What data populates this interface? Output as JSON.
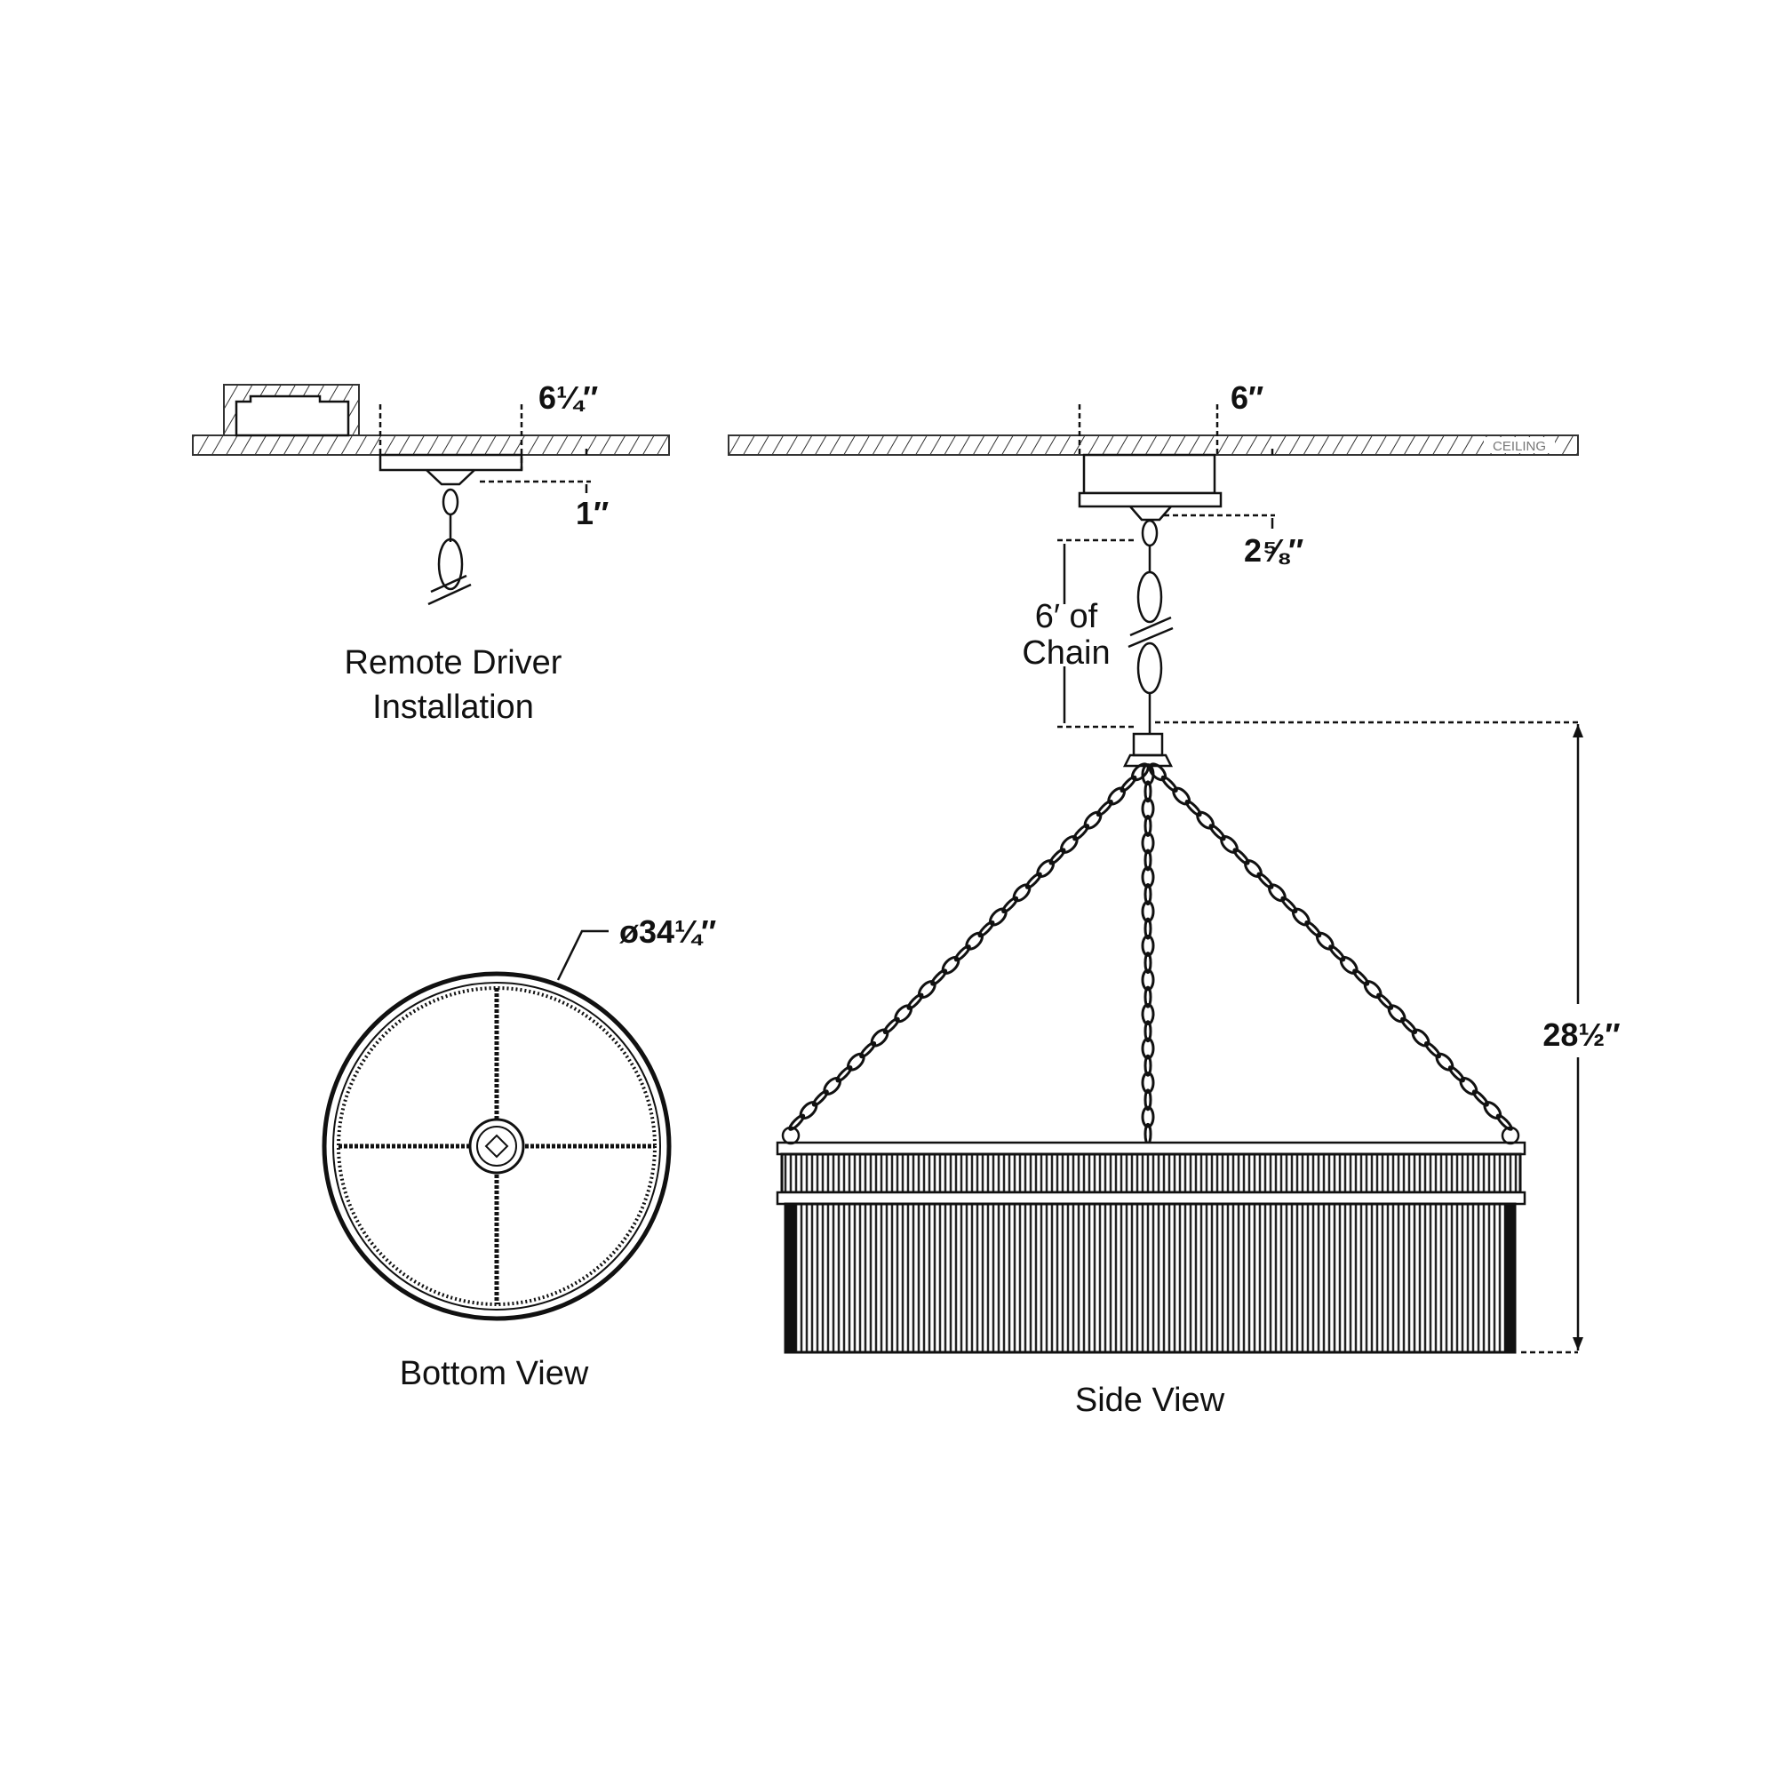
{
  "remote_driver": {
    "title_line1": "Remote Driver",
    "title_line2": "Installation",
    "canopy_width": "6¼″",
    "canopy_depth": "1″"
  },
  "side_view": {
    "title": "Side View",
    "ceiling_label": "CEILING",
    "canopy_width": "6″",
    "canopy_depth": "2⅝″",
    "chain_line1": "6′ of",
    "chain_line2": "Chain",
    "height": "28½″"
  },
  "bottom_view": {
    "title": "Bottom View",
    "diameter": "ø34¼″"
  }
}
